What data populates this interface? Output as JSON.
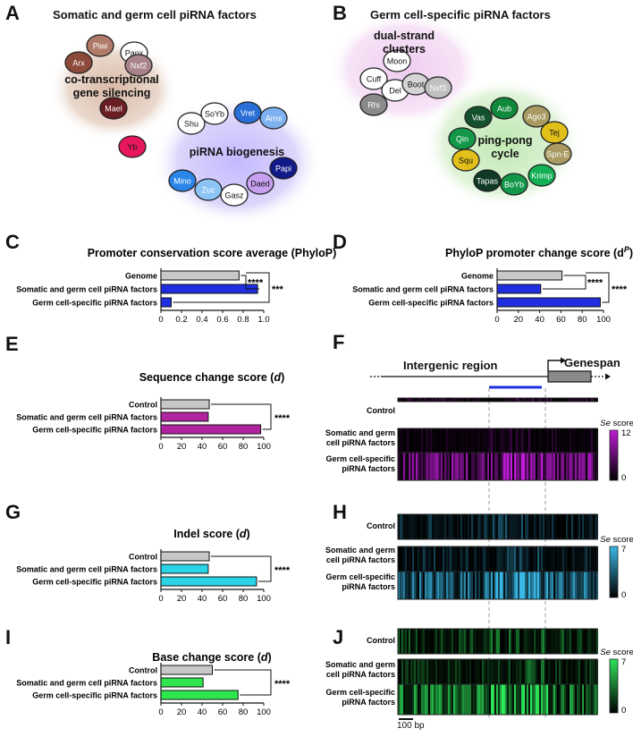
{
  "panel_letters": {
    "A": "A",
    "B": "B",
    "C": "C",
    "D": "D",
    "E": "E",
    "F": "F",
    "G": "G",
    "H": "H",
    "I": "I",
    "J": "J"
  },
  "panelA": {
    "title": "Somatic and germ cell piRNA factors",
    "group1_label_line1": "co-transcriptional",
    "group1_label_line2": "gene silencing",
    "group2_label": "piRNA biogenesis",
    "factors": [
      "Piwi",
      "Panx",
      "Arx",
      "Nxf2",
      "Mael",
      "Yb",
      "Shu",
      "SoYb",
      "Vret",
      "Armi",
      "Papi",
      "Mino",
      "Zuc",
      "Gasz",
      "Daed"
    ]
  },
  "panelB": {
    "title": "Germ cell-specific piRNA factors",
    "group1_label_line1": "dual-strand",
    "group1_label_line2": "clusters",
    "group2_label_line1": "ping-pong",
    "group2_label_line2": "cycle",
    "factors": [
      "Moon",
      "Cuff",
      "Del",
      "Boot",
      "Nxf3",
      "Rhi",
      "Aub",
      "Vas",
      "Ago3",
      "Qin",
      "Tej",
      "Squ",
      "Spn-E",
      "Tapas",
      "BoYb",
      "Krimp"
    ]
  },
  "chart_data": [
    {
      "panel": "C",
      "type": "bar",
      "title": "Promoter conservation score average (PhyloP)",
      "categories": [
        "Genome",
        "Somatic and germ cell piRNA factors",
        "Germ cell-specific piRNA factors"
      ],
      "values": [
        0.76,
        0.94,
        0.1
      ],
      "xlim": [
        0,
        1.0
      ],
      "xticks": [
        "0",
        "0.2",
        "0.4",
        "0.6",
        "0.8",
        "1.0"
      ],
      "colors": [
        "#c8c8c8",
        "#1f2fe0",
        "#1f2fe0"
      ],
      "significance": [
        "****",
        "***"
      ]
    },
    {
      "panel": "D",
      "type": "bar",
      "title": "PhyloP promoter change score (d",
      "title_sup": "P",
      "title_end": ")",
      "categories": [
        "Genome",
        "Somatic and germ cell piRNA factors",
        "Germ cell-specific piRNA factors"
      ],
      "values": [
        61,
        41,
        97
      ],
      "xlim": [
        0,
        100
      ],
      "xticks": [
        "0",
        "20",
        "40",
        "60",
        "80",
        "100"
      ],
      "colors": [
        "#c8c8c8",
        "#1f2fe0",
        "#1f2fe0"
      ],
      "significance": [
        "****",
        "****"
      ]
    },
    {
      "panel": "E",
      "type": "bar",
      "title": "Sequence change score (",
      "title_italic": "d",
      "title_end": ")",
      "categories": [
        "Control",
        "Somatic and germ cell piRNA factors",
        "Germ cell-specific piRNA factors"
      ],
      "values": [
        47,
        46,
        97
      ],
      "xlim": [
        0,
        100
      ],
      "xticks": [
        "0",
        "20",
        "40",
        "60",
        "80",
        "100"
      ],
      "colors": [
        "#c8c8c8",
        "#b2239f",
        "#b2239f"
      ],
      "significance": [
        "****"
      ]
    },
    {
      "panel": "G",
      "type": "bar",
      "title": "Indel score (",
      "title_italic": "d",
      "title_end": ")",
      "categories": [
        "Control",
        "Somatic and germ cell piRNA factors",
        "Germ cell-specific piRNA factors"
      ],
      "values": [
        47,
        46,
        93
      ],
      "xlim": [
        0,
        100
      ],
      "xticks": [
        "0",
        "20",
        "40",
        "60",
        "80",
        "100"
      ],
      "colors": [
        "#c8c8c8",
        "#28d4e6",
        "#28d4e6"
      ],
      "significance": [
        "****"
      ]
    },
    {
      "panel": "I",
      "type": "bar",
      "title": "Base change score (",
      "title_italic": "d",
      "title_end": ")",
      "categories": [
        "Control",
        "Somatic and germ cell piRNA factors",
        "Germ cell-specific piRNA factors"
      ],
      "values": [
        50,
        41,
        75
      ],
      "xlim": [
        0,
        100
      ],
      "xticks": [
        "0",
        "20",
        "40",
        "60",
        "80",
        "100"
      ],
      "colors": [
        "#c8c8c8",
        "#2ee64e",
        "#2ee64e"
      ],
      "significance": [
        "****"
      ]
    },
    {
      "panel": "F",
      "type": "heatmap",
      "rows": [
        "Control",
        "Somatic and germ cell piRNA factors",
        "Germ cell-specific piRNA factors"
      ],
      "scale_label": "Se score",
      "scale_max": "12",
      "scale_min": "0",
      "color": "#c01cd8"
    },
    {
      "panel": "H",
      "type": "heatmap",
      "rows": [
        "Control",
        "Somatic and germ cell piRNA factors",
        "Germ cell-specific piRNA factors"
      ],
      "scale_label": "Se score",
      "scale_max": "7",
      "scale_min": "0",
      "color": "#39b8e6"
    },
    {
      "panel": "J",
      "type": "heatmap",
      "rows": [
        "Control",
        "Somatic and germ cell piRNA factors",
        "Germ cell-specific piRNA factors"
      ],
      "scale_label": "Se score",
      "scale_max": "7",
      "scale_min": "0",
      "color": "#2ee65a"
    }
  ],
  "panelF_header": {
    "intergenic": "Intergenic region",
    "genespan": "Genespan"
  },
  "scalebar": "100 bp",
  "heat_labels": {
    "control": "Control",
    "somatic_l1": "Somatic and germ",
    "somatic_l2": "cell piRNA factors",
    "germ_l1": "Germ cell-specific",
    "germ_l2": "piRNA factors"
  },
  "colors": {
    "piwi": "#b07a68",
    "arx": "#8c4a3a",
    "mael": "#6b1e22",
    "yb": "#e8175d",
    "papi": "#101a8a",
    "vret": "#2a6fd6",
    "green_dark": "#0a5a34"
  }
}
